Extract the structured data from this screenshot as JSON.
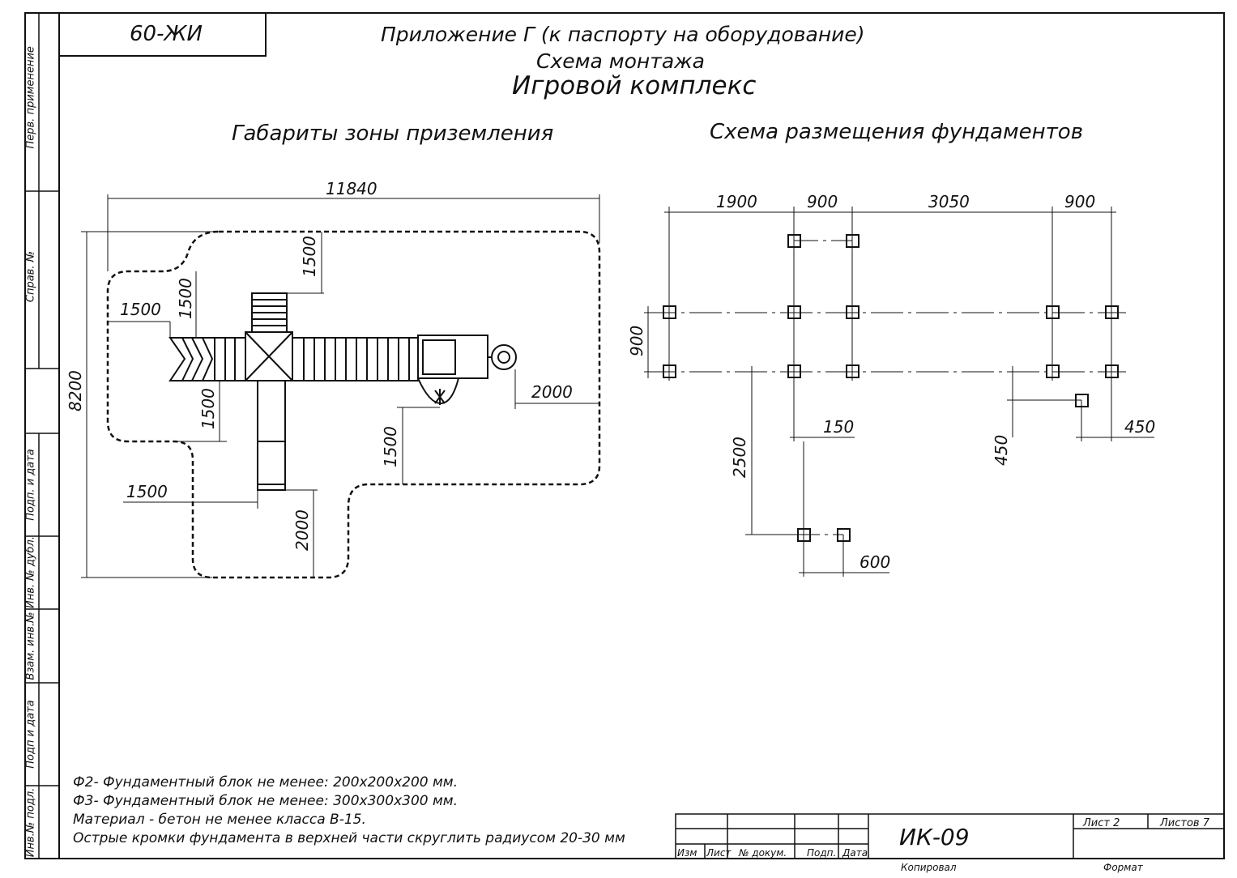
{
  "doc_code": "60-ЖИ",
  "header": {
    "line1": "Приложение Г (к паспорту на оборудование)",
    "line2": "Схема монтажа",
    "line3": "Игровой комплекс"
  },
  "left_drawing": {
    "title": "Габариты зоны приземления",
    "dims": {
      "overall_width": "11840",
      "overall_height": "8200",
      "top_clear": "1500",
      "left_clear_h": "1500",
      "left_clear_v": "1500",
      "lower_left_v": "1500",
      "right_clear": "2000",
      "lower_right_v": "1500",
      "bottom_left_h": "1500",
      "bottom_v": "2000"
    }
  },
  "right_drawing": {
    "title": "Схема размещения фундаментов",
    "dims": {
      "d1": "1900",
      "d2": "900",
      "d3": "3050",
      "d4": "900",
      "v900": "900",
      "v2500": "2500",
      "d150": "150",
      "d600": "600",
      "v450": "450",
      "h450": "450"
    }
  },
  "notes": [
    "Ф2- Фундаментный блок не менее: 200х200х200 мм.",
    "Ф3- Фундаментный блок не менее: 300х300х300 мм.",
    "Материал - бетон не менее класса В-15.",
    "Острые кромки фундамента в верхней части скруглить радиусом 20-30 мм"
  ],
  "sidebar": {
    "labels": [
      "Перв. применение",
      "Справ. №",
      "Подп. и дата",
      "Инв. № дубл.",
      "Взам. инв.№",
      "Подп и дата",
      "Инв.№ подл."
    ]
  },
  "title_block": {
    "designation": "ИК-09",
    "sheet": "Лист 2",
    "sheets": "Листов 7",
    "cols": [
      "Изм",
      "Лист",
      "№ докум.",
      "Подп.",
      "Дата"
    ],
    "copied": "Копировал",
    "format": "Формат"
  }
}
